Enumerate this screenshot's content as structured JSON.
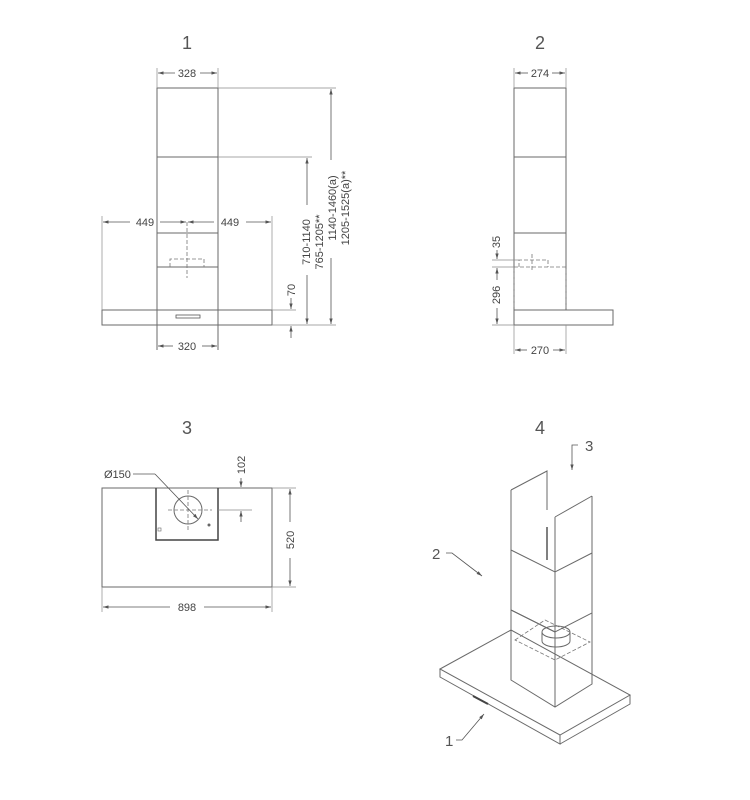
{
  "views": {
    "front": {
      "label": "1",
      "width_top": "328",
      "left_offset": "449",
      "right_offset": "449",
      "width_bottom": "320",
      "thickness": "70",
      "height_1": "710-1140",
      "height_2": "765-1205**",
      "height_3": "1140-1460(a)",
      "height_4": "1205-1525(a)**"
    },
    "side": {
      "label": "2",
      "width_top": "274",
      "offset": "35",
      "box_height": "296",
      "width_bottom": "270"
    },
    "top": {
      "label": "3",
      "diameter": "Ø150",
      "offset": "102",
      "depth": "520",
      "width": "898"
    },
    "iso": {
      "label": "4",
      "callout_1": "1",
      "callout_2": "2",
      "callout_3": "3"
    }
  },
  "colors": {
    "line": "#6a6a6a",
    "text": "#444444"
  }
}
